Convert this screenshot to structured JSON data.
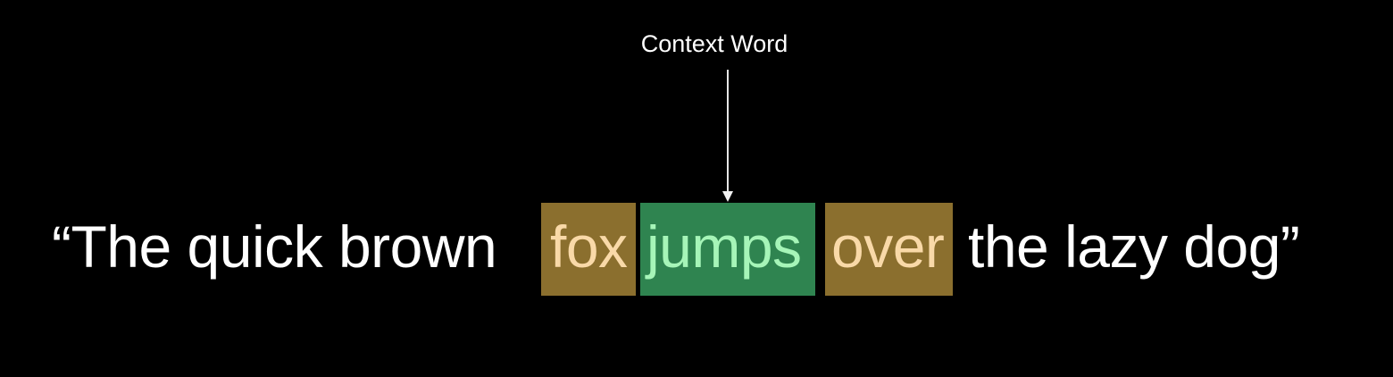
{
  "title": "Context Word",
  "sentence": {
    "prefix": "“The quick brown",
    "words": [
      {
        "text": "fox",
        "role": "neighbor",
        "bg": "#8b6f2e",
        "fg": "#f9d9a8"
      },
      {
        "text": "jumps",
        "role": "context",
        "bg": "#2f8450",
        "fg": "#a6f5b8"
      },
      {
        "text": "over",
        "role": "neighbor",
        "bg": "#8b6f2e",
        "fg": "#f9d9a8"
      }
    ],
    "suffix": "the lazy dog”"
  },
  "colors": {
    "background": "#000000",
    "text": "#ffffff",
    "arrow": "#e6e6e6"
  }
}
